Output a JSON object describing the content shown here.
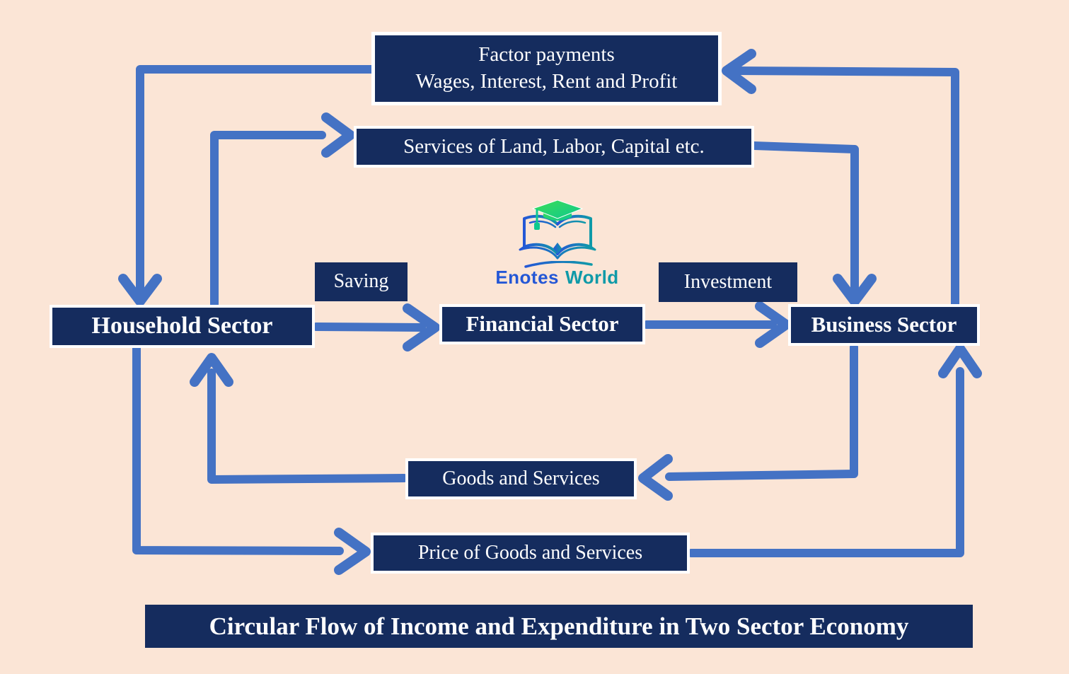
{
  "colors": {
    "background": "#fbe5d6",
    "box_navy": "#152c5e",
    "arrow_blue": "#4472c4",
    "text_white": "#ffffff",
    "logo_blue": "#2457d6",
    "logo_teal": "#0f9aa8",
    "logo_green_light": "#3ddd55",
    "logo_green_dark": "#0ec98f"
  },
  "nodes": {
    "factor_payments": {
      "line1": "Factor payments",
      "line2": "Wages, Interest, Rent and Profit"
    },
    "services": {
      "label": "Services of Land, Labor, Capital etc."
    },
    "saving": {
      "label": "Saving"
    },
    "investment": {
      "label": "Investment"
    },
    "household": {
      "label": "Household Sector"
    },
    "financial": {
      "label": "Financial Sector"
    },
    "business": {
      "label": "Business Sector"
    },
    "goods": {
      "label": "Goods and Services"
    },
    "price": {
      "label": "Price of Goods and Services"
    },
    "title": {
      "label": "Circular Flow of Income and Expenditure in Two Sector Economy"
    }
  },
  "logo": {
    "name_part1": "Enotes",
    "name_part2": "World"
  },
  "flows": [
    {
      "from": "Business Sector",
      "to": "Household Sector",
      "via": "Factor payments Wages, Interest, Rent and Profit"
    },
    {
      "from": "Household Sector",
      "to": "Business Sector",
      "via": "Services of Land, Labor, Capital etc."
    },
    {
      "from": "Household Sector",
      "to": "Financial Sector",
      "via": "Saving"
    },
    {
      "from": "Financial Sector",
      "to": "Business Sector",
      "via": "Investment"
    },
    {
      "from": "Business Sector",
      "to": "Household Sector",
      "via": "Goods and Services"
    },
    {
      "from": "Household Sector",
      "to": "Business Sector",
      "via": "Price of Goods and Services"
    }
  ]
}
